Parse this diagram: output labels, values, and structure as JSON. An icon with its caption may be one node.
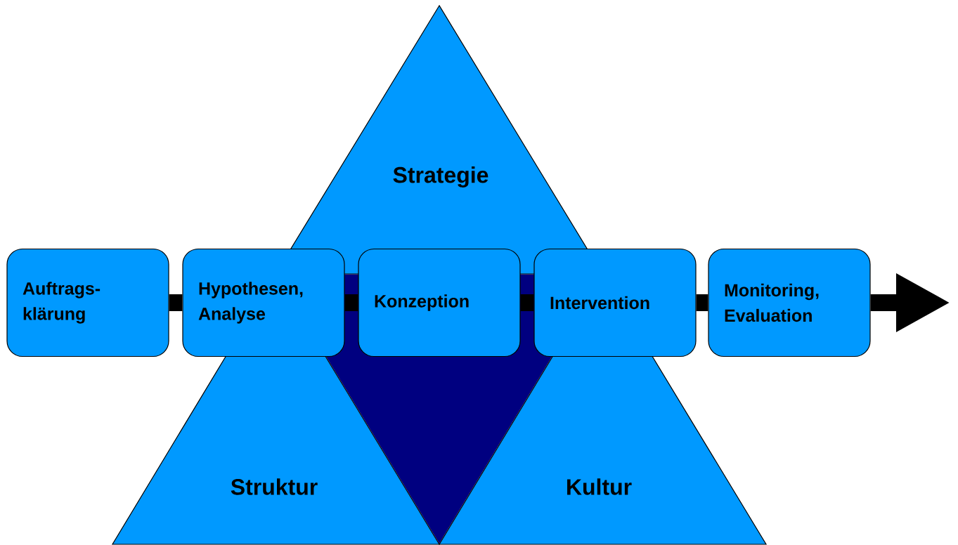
{
  "diagram": {
    "nodes": [
      {
        "text": [
          "Strategie"
        ]
      },
      {
        "text": [
          "Auftrags- klärung"
        ]
      },
      {
        "text": [
          "Hypothesen, Analyse"
        ]
      },
      {
        "text": [
          "Konzeption"
        ]
      },
      {
        "text": [
          "Intervention"
        ]
      },
      {
        "text": [
          "Monitoring, Evaluation"
        ]
      },
      {
        "text": [
          "Struktur"
        ]
      },
      {
        "text": [
          "Kultur"
        ]
      }
    ],
    "edges": [
      {
        "from": 1,
        "to": 2,
        "arrow": "none"
      },
      {
        "from": 2,
        "to": 3,
        "arrow": "none"
      },
      {
        "from": 3,
        "to": 4,
        "arrow": "none"
      },
      {
        "from": 4,
        "to": 5,
        "arrow": "none"
      },
      {
        "from": 5,
        "to": null,
        "arrow": "to"
      }
    ]
  }
}
